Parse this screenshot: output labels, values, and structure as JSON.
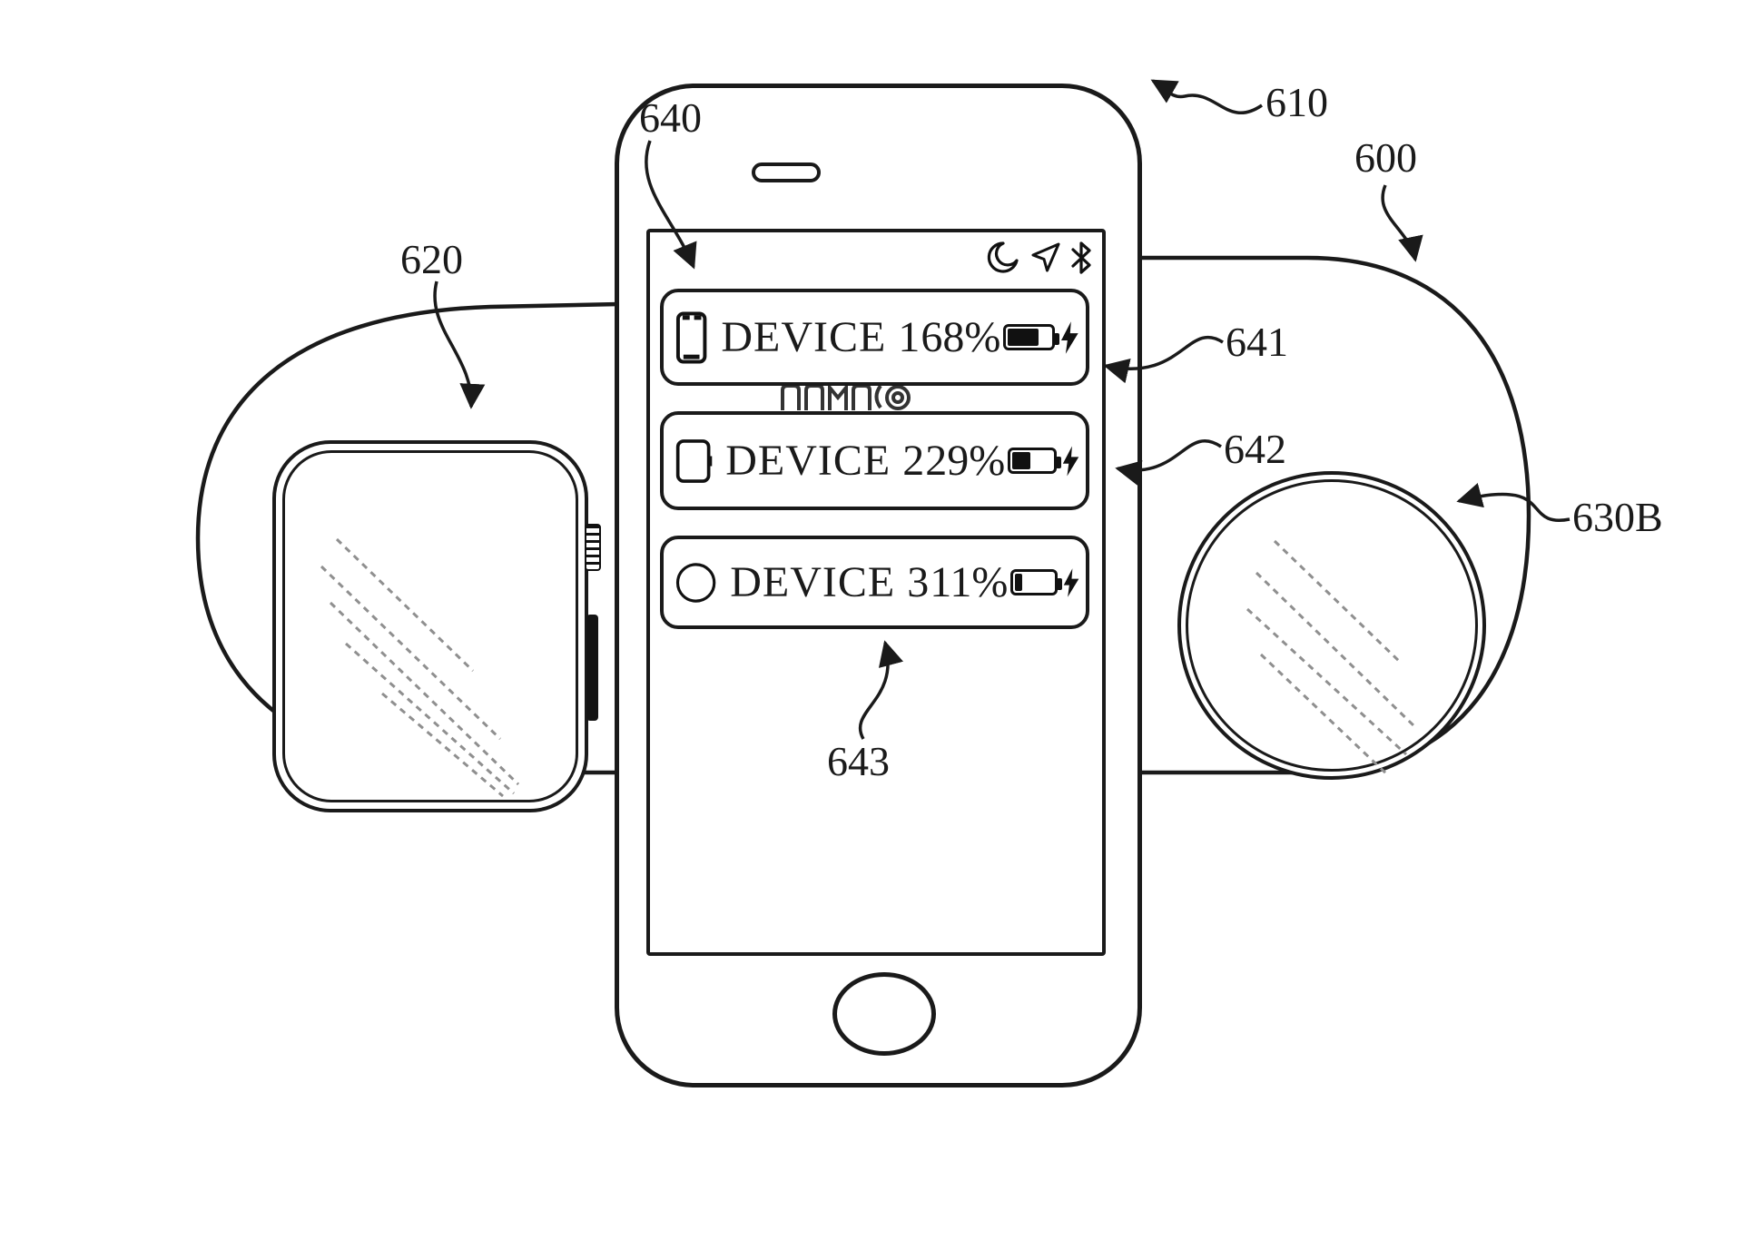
{
  "figure": {
    "description": "Patent figure of wireless charging mat with phone, watch and charging coil",
    "labels": {
      "mat": "600",
      "phone": "610",
      "watch": "620",
      "coil": "630B",
      "ui": "640",
      "row1": "641",
      "row2": "642",
      "row3": "643"
    },
    "status_icons": [
      "moon",
      "location",
      "bluetooth"
    ],
    "devices": [
      {
        "label": "DEVICE 1",
        "percent": "68%",
        "battery_level": 0.65,
        "icon": "smartphone-icon",
        "charging": true
      },
      {
        "label": "DEVICE 2",
        "percent": "29%",
        "battery_level": 0.42,
        "icon": "tablet-icon",
        "charging": true
      },
      {
        "label": "DEVICE 3",
        "percent": "11%",
        "battery_level": 0.16,
        "icon": "round-device-icon",
        "charging": true
      }
    ],
    "colors": {
      "line": "#1a1a1a",
      "hatch": "#8f8f8f"
    }
  }
}
